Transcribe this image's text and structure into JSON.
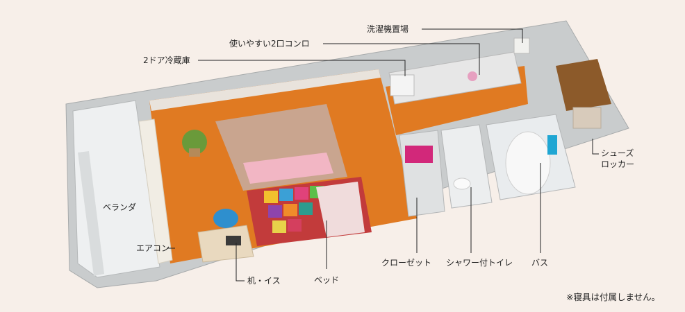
{
  "labels": {
    "washer": "洗濯機置場",
    "stove": "使いやすい2口コンロ",
    "fridge": "2ドア冷蔵庫",
    "shoes_line1": "シューズ",
    "shoes_line2": "ロッカー",
    "veranda": "ベランダ",
    "aircon": "エアコン",
    "desk": "机・イス",
    "bed": "ベッド",
    "closet": "クローゼット",
    "toilet": "シャワー付トイレ",
    "bath": "バス"
  },
  "note": "※寝具は付属しません。",
  "colors": {
    "background": "#f7efe9",
    "floor": "#e07a22",
    "wall": "#c9cccd",
    "leader": "#222222"
  }
}
